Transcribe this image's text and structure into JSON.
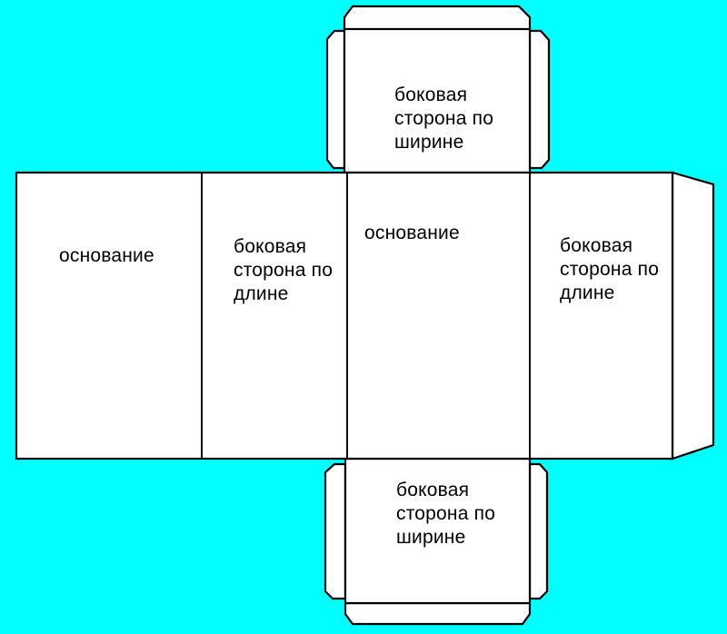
{
  "colors": {
    "background": "#00ffff",
    "panel": "#ffffff",
    "outline": "#000000",
    "label_text": "#000000"
  },
  "diagram": {
    "type": "box-net-template",
    "panels": [
      {
        "name": "base-left",
        "lines": [
          "основание"
        ]
      },
      {
        "name": "side-length-left",
        "lines": [
          "боковая",
          "сторона по",
          "длине"
        ]
      },
      {
        "name": "base-center",
        "lines": [
          "основание"
        ]
      },
      {
        "name": "side-length-right",
        "lines": [
          "боковая",
          "сторона по",
          "длине"
        ]
      },
      {
        "name": "side-width-top",
        "lines": [
          "боковая",
          "сторона по",
          "ширине"
        ]
      },
      {
        "name": "side-width-bottom",
        "lines": [
          "боковая",
          "сторона по",
          "ширине"
        ]
      }
    ]
  }
}
